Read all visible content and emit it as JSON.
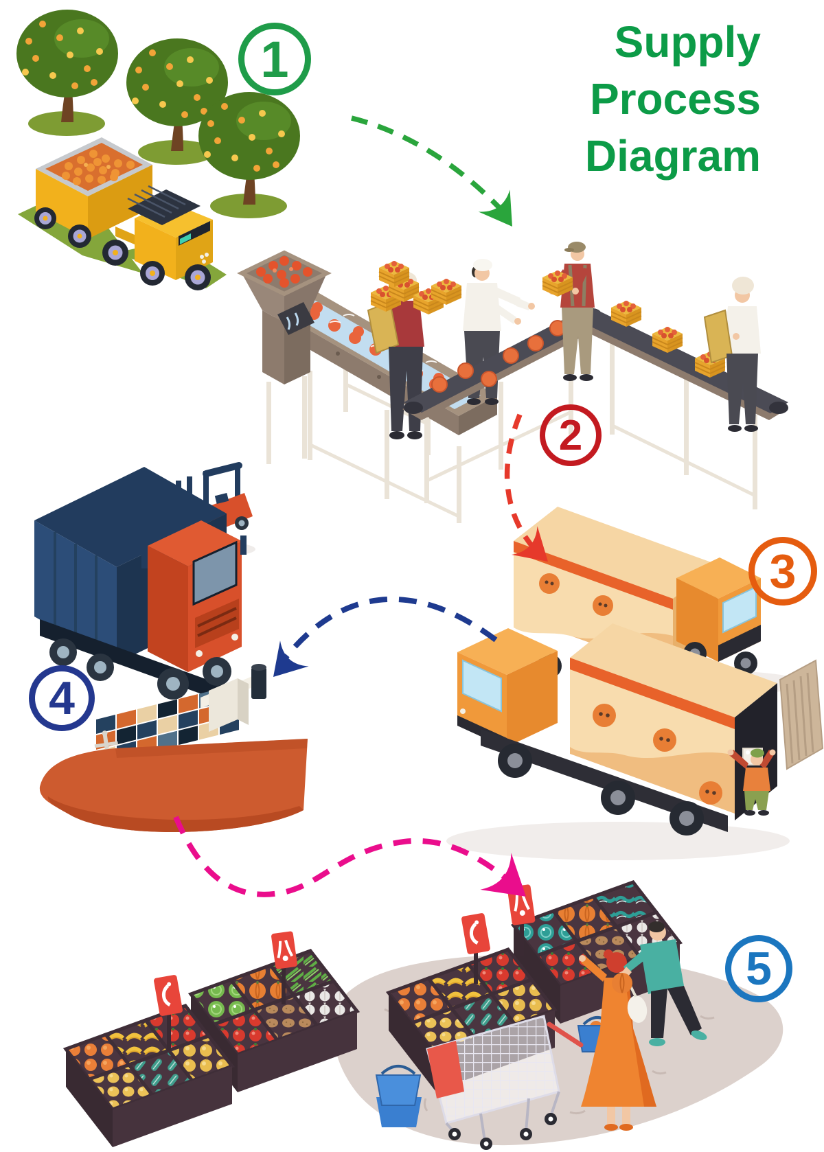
{
  "title": {
    "lines": [
      "Supply",
      "Process",
      "Diagram"
    ],
    "color": "#0C9B47"
  },
  "steps": [
    {
      "number": "1",
      "color": "#1f9c49",
      "scene": "orchard-harvesting-icon"
    },
    {
      "number": "2",
      "color": "#c31a20",
      "scene": "washing-sorting-conveyor-icon"
    },
    {
      "number": "3",
      "color": "#e55c0f",
      "scene": "box-truck-distribution-icon"
    },
    {
      "number": "4",
      "color": "#24388f",
      "scene": "freight-ship-truck-forklift-icon"
    },
    {
      "number": "5",
      "color": "#1b76bf",
      "scene": "supermarket-retail-icon"
    }
  ],
  "arrows": [
    {
      "from": "1",
      "to": "2",
      "color": "#2aa53c",
      "style": "dashed"
    },
    {
      "from": "2",
      "to": "3",
      "color": "#e6392b",
      "style": "dashed"
    },
    {
      "from": "3",
      "to": "4",
      "color": "#1e3a8f",
      "style": "dashed"
    },
    {
      "from": "4",
      "to": "5",
      "color": "#ea0d8c",
      "style": "dashed"
    }
  ]
}
